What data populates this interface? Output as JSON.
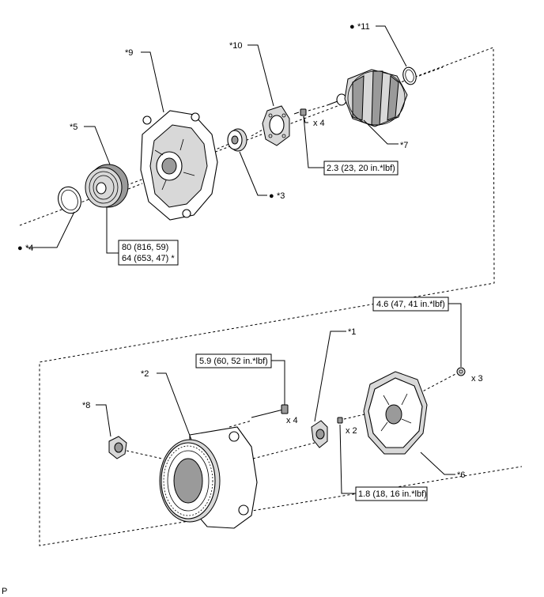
{
  "diagram": {
    "page_marker": "P",
    "bullet": "●",
    "part_labels": {
      "p1": "*1",
      "p2": "*2",
      "p3": "*3",
      "p4": "*4",
      "p5": "*5",
      "p6": "*6",
      "p7": "*7",
      "p8": "*8",
      "p9": "*9",
      "p10": "*10",
      "p11": "*11"
    },
    "quantities": {
      "bolt_upper": "x 4",
      "bolt_lower": "x 4",
      "screw_brush": "x 2",
      "nut_cover": "x 3"
    },
    "torques": {
      "bolt_upper": "2.3 (23, 20 in.*lbf)",
      "pulley_line1": "80 (816, 59)",
      "pulley_line2": "64 (653, 47) *",
      "nut_cover": "4.6 (47, 41 in.*lbf)",
      "through_bolt": "5.9 (60, 52 in.*lbf)",
      "brush_screw": "1.8 (18, 16 in.*lbf)"
    }
  }
}
